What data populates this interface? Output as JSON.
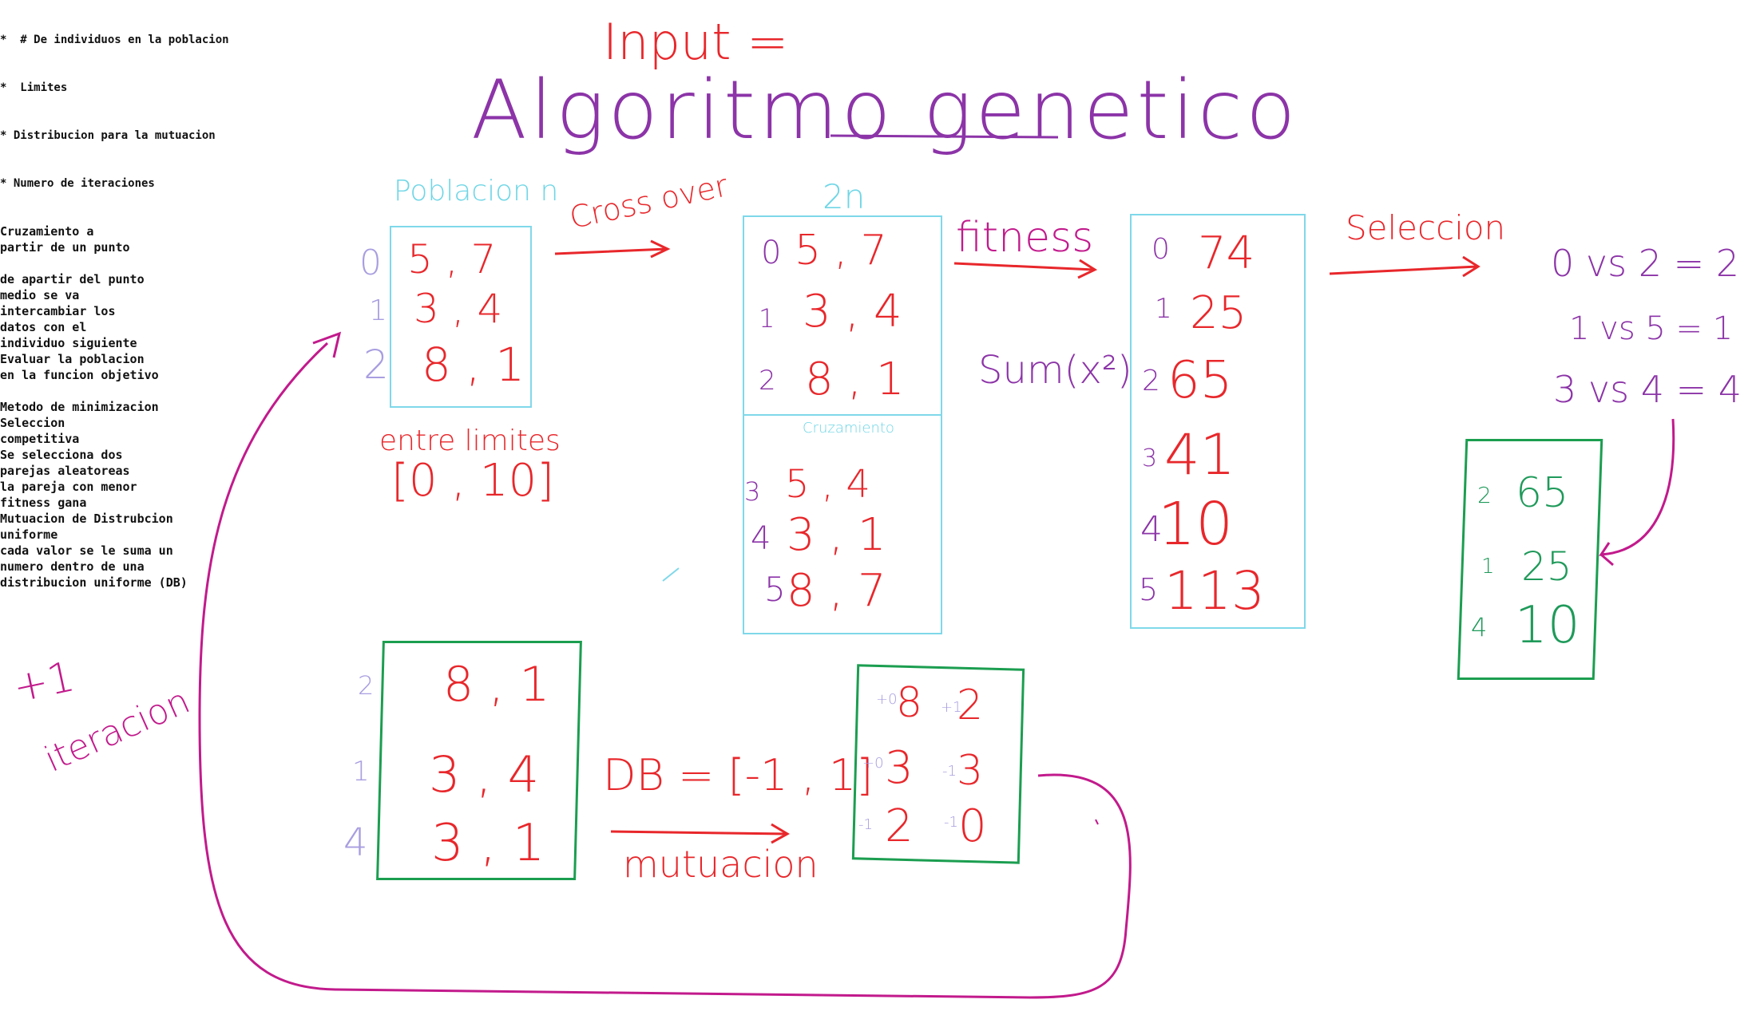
{
  "title": {
    "input_label": "Input =",
    "main": "Algoritmo genetico",
    "inputs": [
      "*  # De individuos en la poblacion",
      "*  Limites",
      "* Distribucion para la mutuacion",
      "* Numero de iteraciones"
    ]
  },
  "population": {
    "label": "Poblacion n",
    "indices": [
      "0",
      "1",
      "2"
    ],
    "rows": [
      "5 , 7",
      "3 , 4",
      "8 , 1"
    ],
    "limits_label": "entre limites",
    "limits_value": "[0 , 10]"
  },
  "crossover": {
    "label": "Cross over",
    "note": "Cruzamiento a\npartir de un punto\n\nde apartir del punto\nmedio se va\nintercambiar los\ndatos con el\nindividuo siguiente",
    "box_label": "2n",
    "indices": [
      "0",
      "1",
      "2"
    ],
    "rows": [
      "5 , 7",
      "3 , 4",
      "8 , 1"
    ],
    "divider_label": "Cruzamiento",
    "cross_indices": [
      "3",
      "4",
      "5"
    ],
    "cross_rows": [
      "5 , 4",
      "3 , 1",
      "8 , 7"
    ]
  },
  "fitness": {
    "label": "fitness",
    "note": "Evaluar la poblacion\nen la funcion objetivo\n\nMetodo de minimizacion",
    "formula": "Sum(x²)",
    "indices": [
      "0",
      "1",
      "2",
      "3",
      "4",
      "5"
    ],
    "values": [
      "74",
      "25",
      "65",
      "41",
      "10",
      "113"
    ]
  },
  "selection": {
    "label": "Seleccion",
    "note": "Seleccion\ncompetitiva\nSe selecciona dos\nparejas aleatoreas\nla pareja con menor\nfitness gana",
    "matches": [
      "0 vs 2 = 2",
      "1 vs 5 = 1",
      "3 vs 4 = 4"
    ],
    "indices": [
      "2",
      "1",
      "4"
    ],
    "values": [
      "65",
      "25",
      "10"
    ]
  },
  "selected_pop": {
    "indices": [
      "2",
      "1",
      "4"
    ],
    "rows": [
      "8 , 1",
      "3 , 4",
      "3 , 1"
    ]
  },
  "mutation": {
    "note": "Mutuacion de Distrubcion\nuniforme\ncada valor se le suma un\nnumero dentro de una\ndistribucion uniforme (DB)",
    "db": "DB = [-1 , 1]",
    "label": "mutuacion",
    "rows": [
      {
        "d1": "+0",
        "v1": "8",
        "d2": "+1",
        "v2": "2"
      },
      {
        "d1": "+0",
        "v1": "3",
        "d2": "-1",
        "v2": "3"
      },
      {
        "d1": "-1",
        "v1": "2",
        "d2": "-1",
        "v2": "0"
      }
    ]
  },
  "loop": {
    "label_a": "+1",
    "label_b": "iteracion"
  },
  "colors": {
    "red": "#e8272b",
    "magenta": "#c21a8c",
    "purple": "#8c34a8",
    "cyan": "#7fd8ea",
    "green": "#1b9e50"
  }
}
